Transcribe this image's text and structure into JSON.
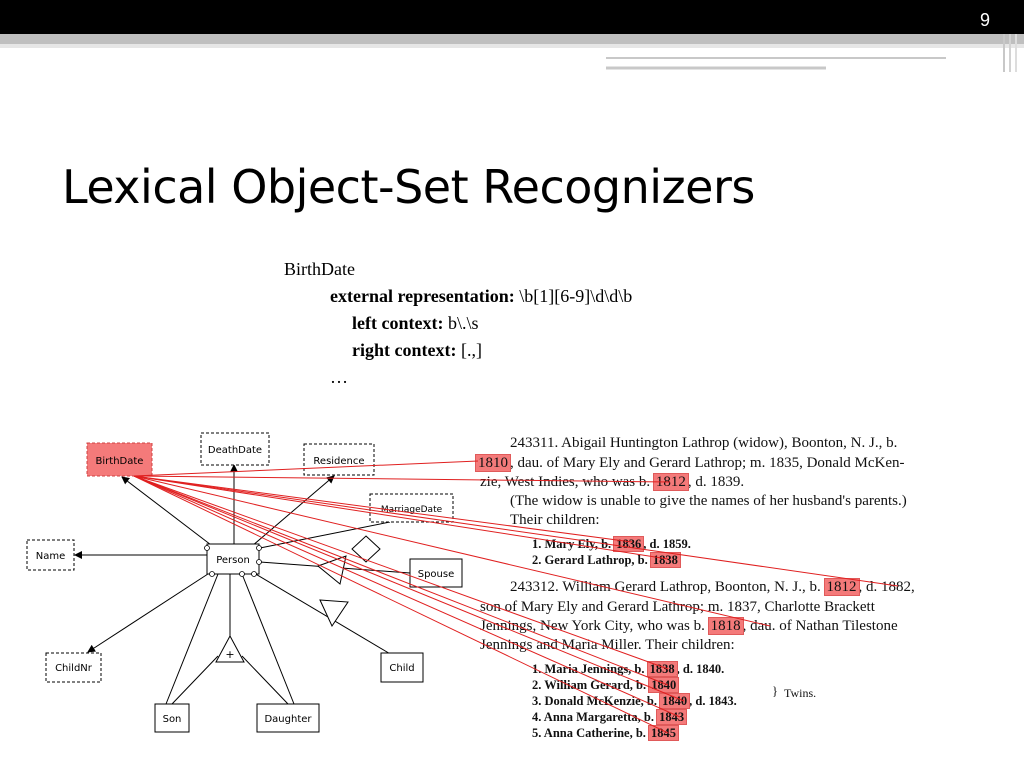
{
  "slide": {
    "number": "9",
    "title": "Lexical Object-Set Recognizers"
  },
  "spec": {
    "object_set": "BirthDate",
    "ext_label": "external representation:",
    "ext_value": " \\b[1][6-9]\\d\\d\\b",
    "left_label": "left context:",
    "left_value": " b\\.\\s",
    "right_label": "right context:",
    "right_value": " [.,]",
    "ellipsis": "…"
  },
  "diagram": {
    "birthdate": "BirthDate",
    "deathdate": "DeathDate",
    "residence": "Residence",
    "marriagedate": "MarriageDate",
    "name": "Name",
    "person": "Person",
    "spouse": "Spouse",
    "childnr": "ChildNr",
    "child": "Child",
    "son": "Son",
    "daughter": "Daughter",
    "plus": "+"
  },
  "excerpt": {
    "p1_a": "243311. Abigail Huntington Lathrop (widow), Boonton, N. J., b.",
    "p1_b_hl": "1810",
    "p1_b": ", dau. of Mary Ely and Gerard Lathrop; m. 1835, Donald McKen-",
    "p1_c_pre": "zie, West Indies, who was b. ",
    "p1_c_hl": "1812",
    "p1_c_post": ", d. 1839.",
    "p1_d": "(The widow is unable to give the names of her husband's parents.)",
    "p1_e": "Their children:",
    "c1_pre": "1. Mary Ely, b. ",
    "c1_hl": "1836",
    "c1_post": ", d. 1859.",
    "c2_pre": "2. Gerard Lathrop, b. ",
    "c2_hl": "1838",
    "p2_a_pre": "243312. William Gerard Lathrop, Boonton, N. J., b. ",
    "p2_a_hl": "1812",
    "p2_a_post": ", d. 1882,",
    "p2_b": "son of Mary Ely and Gerard Lathrop; m. 1837, Charlotte Brackett",
    "p2_c_pre": "Jennings, New York City, who was b. ",
    "p2_c_hl": "1818",
    "p2_c_post": ", dau. of Nathan Tilestone",
    "p2_d": "Jennings and Maria Miller. Their children:",
    "k1_pre": "1. Maria Jennings, b. ",
    "k1_hl": "1838",
    "k1_post": ", d. 1840.",
    "k2_pre": "2. William Gerard, b. ",
    "k2_hl": "1840",
    "k3_pre": "3. Donald McKenzie, b. ",
    "k3_hl": "1840",
    "k3_post": ", d. 1843.",
    "k4_pre": "4. Anna Margaretta, b. ",
    "k4_hl": "1843",
    "k5_pre": "5. Anna Catherine, b. ",
    "k5_hl": "1845",
    "twins": "Twins."
  }
}
